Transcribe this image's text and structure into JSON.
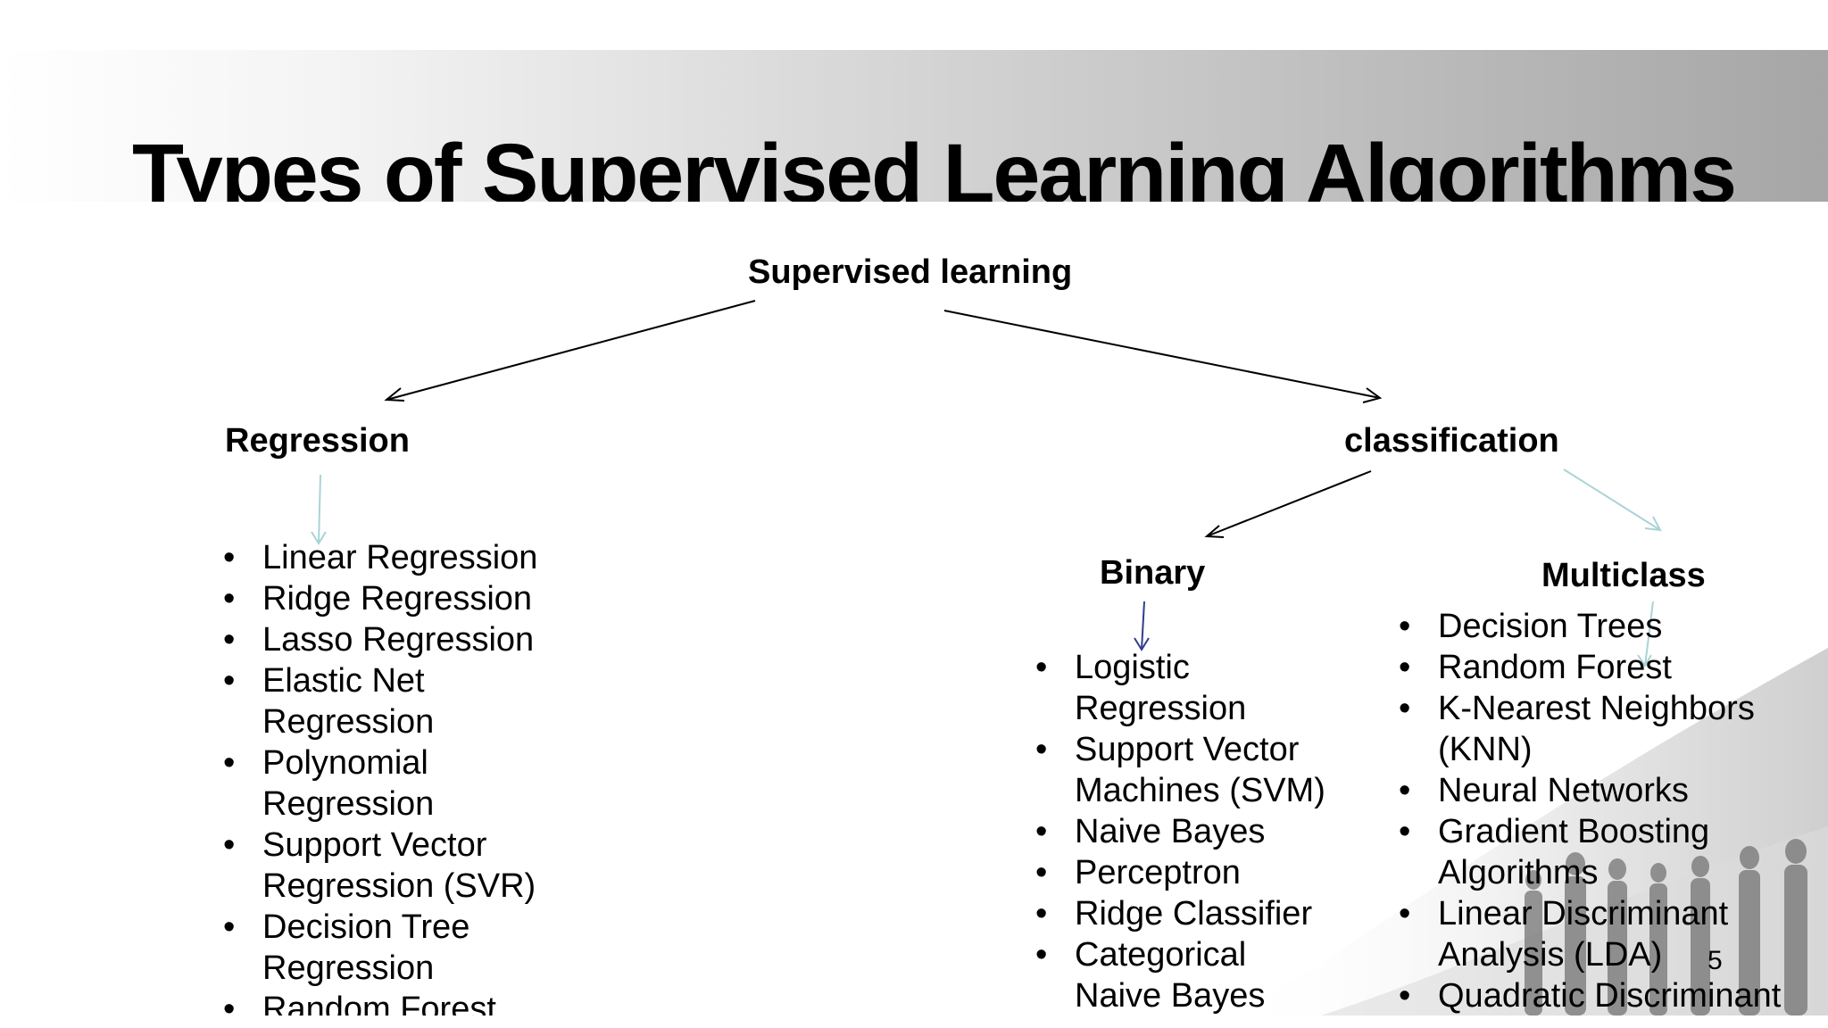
{
  "slide": {
    "title": "Types of Supervised Learning Algorithms",
    "page_number": "5"
  },
  "tree": {
    "root": "Supervised learning",
    "regression": {
      "label": "Regression",
      "items": [
        "Linear Regression",
        "Ridge Regression",
        "Lasso Regression",
        "Elastic Net Regression",
        "Polynomial Regression",
        "Support Vector Regression (SVR)",
        "Decision Tree Regression",
        "Random Forest"
      ]
    },
    "classification": {
      "label": "classification",
      "binary": {
        "label": "Binary",
        "items": [
          "Logistic Regression",
          "Support Vector Machines (SVM)",
          "Naive Bayes",
          "Perceptron",
          "Ridge Classifier",
          "Categorical Naive Bayes"
        ]
      },
      "multiclass": {
        "label": "Multiclass",
        "items": [
          "Decision Trees",
          "Random Forest",
          "K-Nearest Neighbors (KNN)",
          "Neural Networks",
          "Gradient Boosting Algorithms",
          "Linear Discriminant Analysis (LDA)",
          "Quadratic Discriminant"
        ]
      }
    }
  },
  "colors": {
    "arrow_black": "#000000",
    "arrow_teal": "#a9d3d6",
    "arrow_navy": "#2e3e8c"
  }
}
